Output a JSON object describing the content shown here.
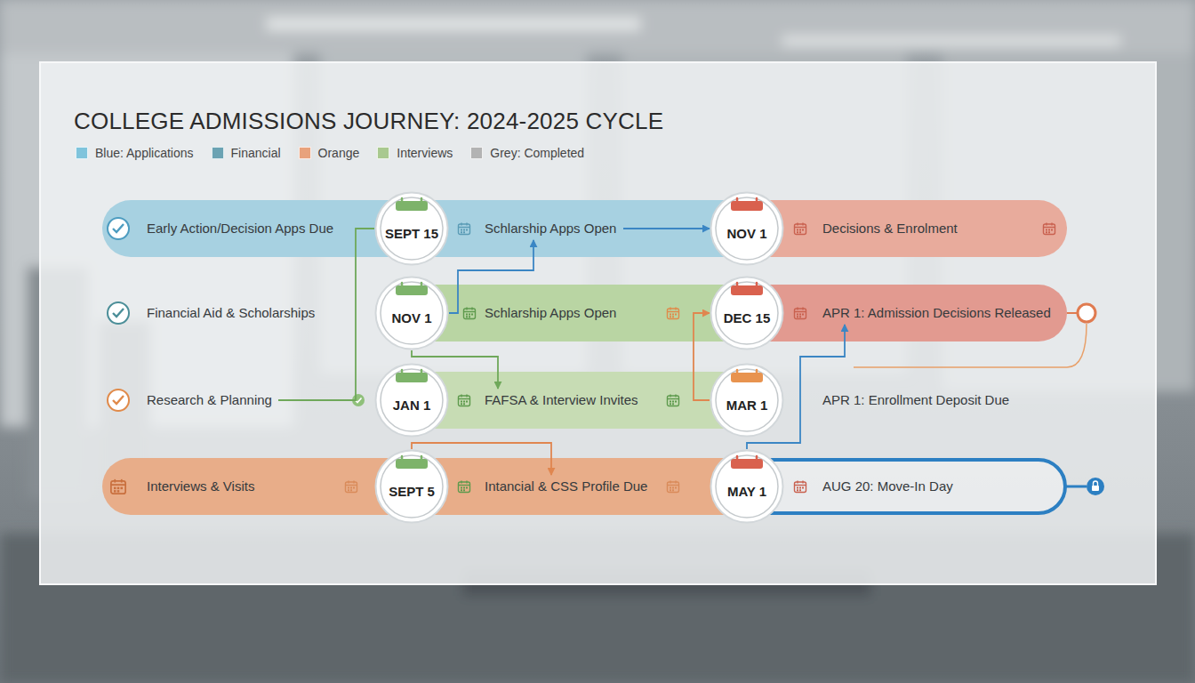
{
  "diagram": {
    "title": "COLLEGE ADMISSIONS JOURNEY: 2024-2025 CYCLE",
    "nodes": [
      {
        "text": [
          "Early Action/Decision Apps Due"
        ]
      },
      {
        "text": [
          "SEPT 15"
        ]
      },
      {
        "text": [
          "Schlarship Apps Open"
        ]
      },
      {
        "text": [
          "NOV 1"
        ]
      },
      {
        "text": [
          "Decisions & Enrolment"
        ]
      },
      {
        "text": [
          "Financial Aid & Scholarships"
        ]
      },
      {
        "text": [
          "NOV 1"
        ]
      },
      {
        "text": [
          "Schlarship Apps Open"
        ]
      },
      {
        "text": [
          "DEC 15"
        ]
      },
      {
        "text": [
          "APR 1: Admission Decisions Released"
        ]
      },
      {
        "text": [
          "Research & Planning"
        ]
      },
      {
        "text": [
          "JAN 1"
        ]
      },
      {
        "text": [
          "FAFSA & Interview Invites"
        ]
      },
      {
        "text": [
          "MAR 1"
        ]
      },
      {
        "text": [
          "APR 1: Enrollment Deposit Due"
        ]
      },
      {
        "text": [
          "Interviews & Visits"
        ]
      },
      {
        "text": [
          "SEPT 5"
        ]
      },
      {
        "text": [
          "Intancial & CSS Profile Due"
        ]
      },
      {
        "text": [
          "MAY 1"
        ]
      },
      {
        "text": [
          "AUG 20: Move-In Day"
        ]
      }
    ],
    "edges": [
      {
        "from": 1,
        "to": 10,
        "arrow": "none"
      },
      {
        "from": 6,
        "to": 2,
        "arrow": "to"
      },
      {
        "from": 2,
        "to": 3,
        "arrow": "to"
      },
      {
        "from": 18,
        "to": 9,
        "arrow": "to"
      },
      {
        "from": 16,
        "to": 17,
        "arrow": "to"
      },
      {
        "from": 13,
        "to": 8,
        "arrow": "to"
      },
      {
        "from": 6,
        "to": 12,
        "arrow": "to"
      }
    ],
    "legend": [
      {
        "text": "Blue: Applications",
        "color": "#7fc4dc"
      },
      {
        "text": "Financial",
        "color": "#6ba3b3"
      },
      {
        "text": "Orange",
        "color": "#e8a27c"
      },
      {
        "text": "Interviews",
        "color": "#a9c98f"
      },
      {
        "text": "Grey: Completed",
        "color": "#b3b3b3"
      }
    ]
  }
}
